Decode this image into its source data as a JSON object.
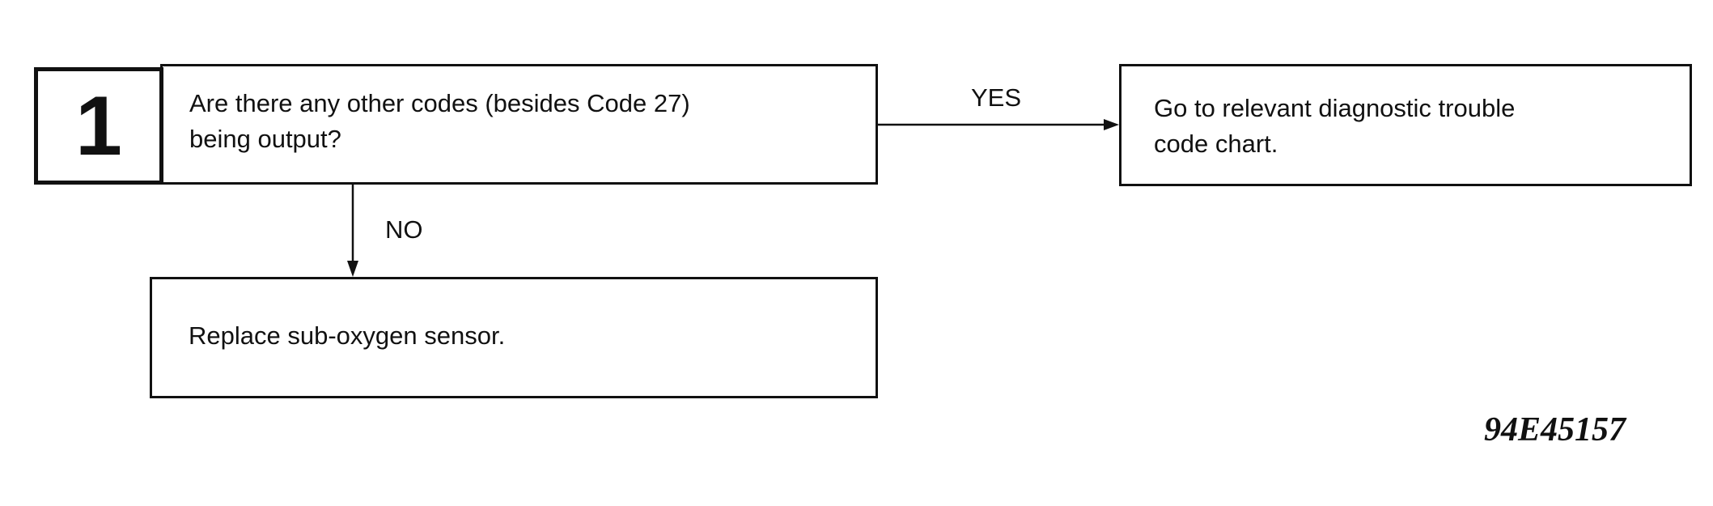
{
  "step": {
    "number": "1",
    "question": "Are there any other codes (besides Code 27)\nbeing output?"
  },
  "branches": {
    "yes": {
      "label": "YES",
      "action": "Go to relevant diagnostic trouble\ncode chart."
    },
    "no": {
      "label": "NO",
      "action": "Replace sub-oxygen sensor."
    }
  },
  "figure_id": "94E45157"
}
